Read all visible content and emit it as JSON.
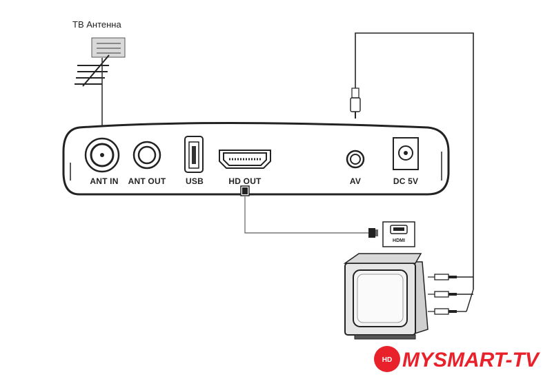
{
  "antenna": {
    "label": "ТВ Антенна"
  },
  "ports": [
    {
      "id": "ant-in",
      "label": "ANT IN"
    },
    {
      "id": "ant-out",
      "label": "ANT OUT"
    },
    {
      "id": "usb",
      "label": "USB"
    },
    {
      "id": "hd-out",
      "label": "HD OUT"
    },
    {
      "id": "av",
      "label": "AV"
    },
    {
      "id": "dc",
      "label": "DC 5V"
    }
  ],
  "tv": {
    "hdmi_label": "HDMI"
  },
  "brand": {
    "badge": "HD",
    "name": "MYSMART-TV",
    "color": "#e8212a"
  }
}
